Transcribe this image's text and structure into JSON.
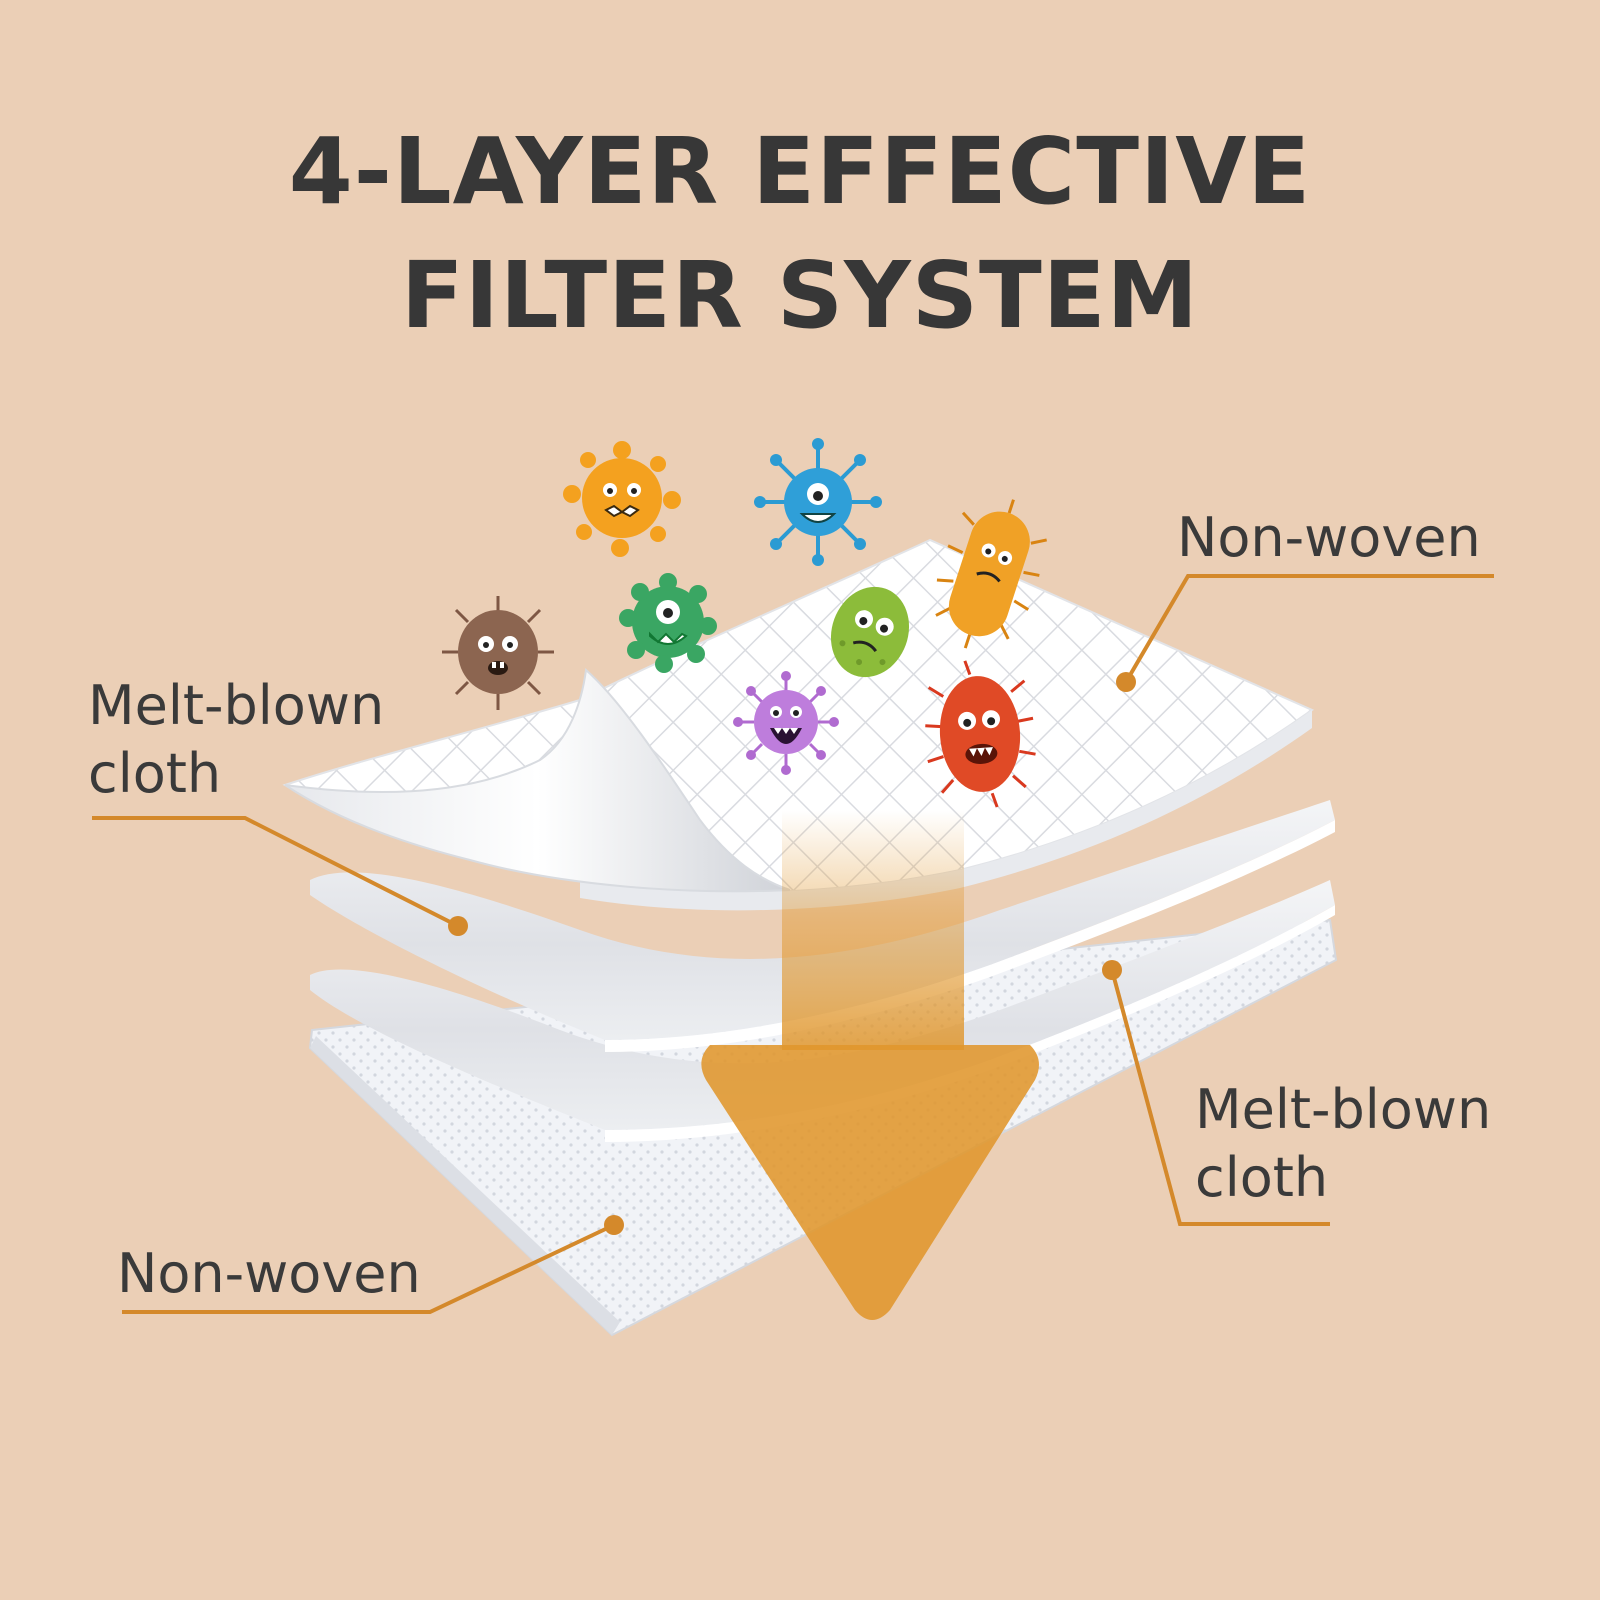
{
  "title": {
    "line1": "4-LAYER EFFECTIVE",
    "line2": "FILTER SYSTEM"
  },
  "labels": {
    "top_right": "Non-woven",
    "left": {
      "line1": "Melt-blown",
      "line2": "cloth"
    },
    "right": {
      "line1": "Melt-blown",
      "line2": "cloth"
    },
    "bottom_left": "Non-woven"
  },
  "colors": {
    "background": "#ebcfb6",
    "title": "#373737",
    "leader": "#d4892b",
    "arrow": "#e0962c",
    "layer": "#f2f3f5"
  },
  "icons": [
    "orange-germ-icon",
    "blue-virus-icon",
    "orange-bacteria-icon",
    "brown-germ-icon",
    "green-germ-icon",
    "green-bacteria-icon",
    "purple-germ-icon",
    "red-bacteria-icon",
    "down-arrow-icon"
  ]
}
